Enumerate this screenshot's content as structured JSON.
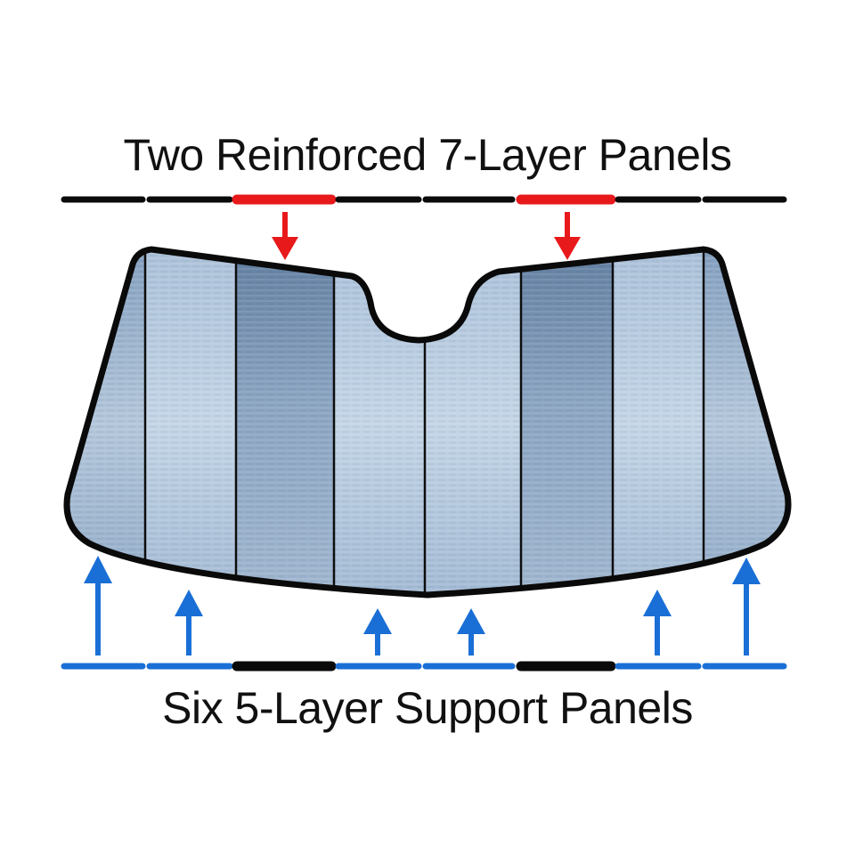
{
  "top_label": "Two Reinforced 7-Layer Panels",
  "bottom_label": "Six 5-Layer Support Panels",
  "colors": {
    "reinforced": "#e8191b",
    "support": "#1a6fd6",
    "outline": "#0a0a0a",
    "panel_light": "#b9cde2",
    "panel_dark": "#6f8aa8"
  },
  "panels": [
    {
      "layers": 5,
      "type": "support"
    },
    {
      "layers": 5,
      "type": "support"
    },
    {
      "layers": 7,
      "type": "reinforced"
    },
    {
      "layers": 5,
      "type": "support"
    },
    {
      "layers": 5,
      "type": "support"
    },
    {
      "layers": 7,
      "type": "reinforced"
    },
    {
      "layers": 5,
      "type": "support"
    },
    {
      "layers": 5,
      "type": "support"
    }
  ]
}
